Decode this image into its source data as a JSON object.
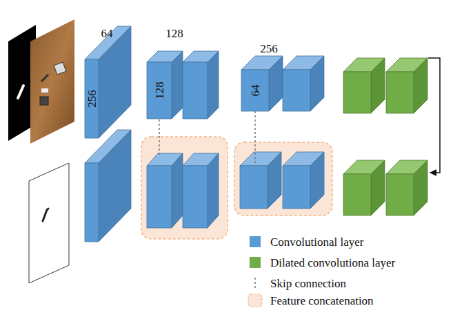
{
  "diagram": {
    "nodes": [
      {
        "text": [
          "64",
          "256"
        ]
      },
      {
        "text": [
          "128",
          "128"
        ]
      },
      {
        "text": [
          "256",
          "64"
        ]
      }
    ],
    "legend": [
      {
        "text": "Convolutional layer",
        "color": "#5b9bd5"
      },
      {
        "text": "Dilated convolutiona layer",
        "color": "#70ad47"
      },
      {
        "text": "Skip connection"
      },
      {
        "text": "Feature concatenation"
      }
    ]
  }
}
